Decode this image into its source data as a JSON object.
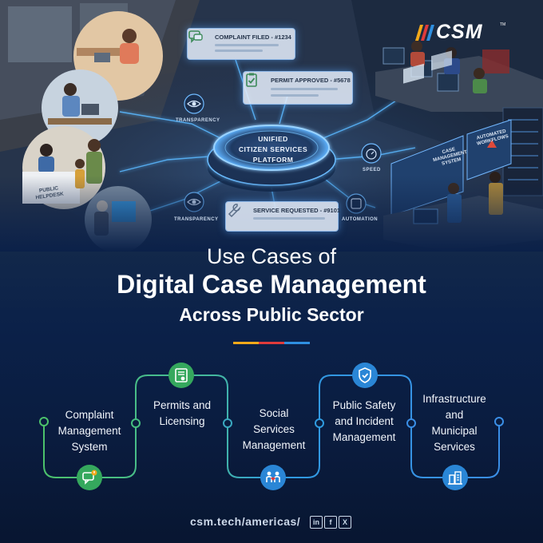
{
  "brand": {
    "name": "CSM",
    "tm": "TM"
  },
  "scene": {
    "cards": [
      {
        "text": "COMPLAINT FILED - #1234",
        "icon": "chat-icon"
      },
      {
        "text": "PERMIT APPROVED - #5678",
        "icon": "clipboard-check-icon"
      },
      {
        "text": "SERVICE REQUESTED - #9101",
        "icon": "wrench-icon"
      }
    ],
    "platform": [
      "UNIFIED",
      "CITIZEN SERVICES",
      "PLATFORM"
    ],
    "labels": {
      "transparency_top": "TRANSPARENCY",
      "transparency_bottom": "TRANSPARENCY",
      "speed": "SPEED",
      "automation": "AUTOMATION"
    },
    "helpdesk": [
      "PUBLIC",
      "HELPDESK"
    ],
    "case_system": [
      "CASE",
      "MANAGEMENT",
      "SYSTEM"
    ],
    "automated": [
      "AUTOMATED",
      "WORKFLOWS"
    ]
  },
  "headline": {
    "line1": "Use Cases of",
    "line2": "Digital Case Management",
    "line3": "Across Public Sector"
  },
  "accent_colors": [
    "#f2a91a",
    "#e03b3b",
    "#2f8fe0"
  ],
  "steps": [
    {
      "lines": [
        "Complaint",
        "Management",
        "System"
      ],
      "icon": "chat-alert-icon",
      "color": "#3fb26b"
    },
    {
      "lines": [
        "Permits and",
        "Licensing"
      ],
      "icon": "certificate-icon",
      "color": "#3fb26b"
    },
    {
      "lines": [
        "Social",
        "Services",
        "Management"
      ],
      "icon": "people-heart-icon",
      "color": "#2f8fe0"
    },
    {
      "lines": [
        "Public Safety",
        "and Incident",
        "Management"
      ],
      "icon": "shield-icon",
      "color": "#2f8fe0"
    },
    {
      "lines": [
        "Infrastructure",
        "and",
        "Municipal",
        "Services"
      ],
      "icon": "building-icon",
      "color": "#2f8fe0"
    }
  ],
  "footer": {
    "url": "csm.tech/americas/",
    "social": [
      "in",
      "f",
      "X"
    ]
  }
}
